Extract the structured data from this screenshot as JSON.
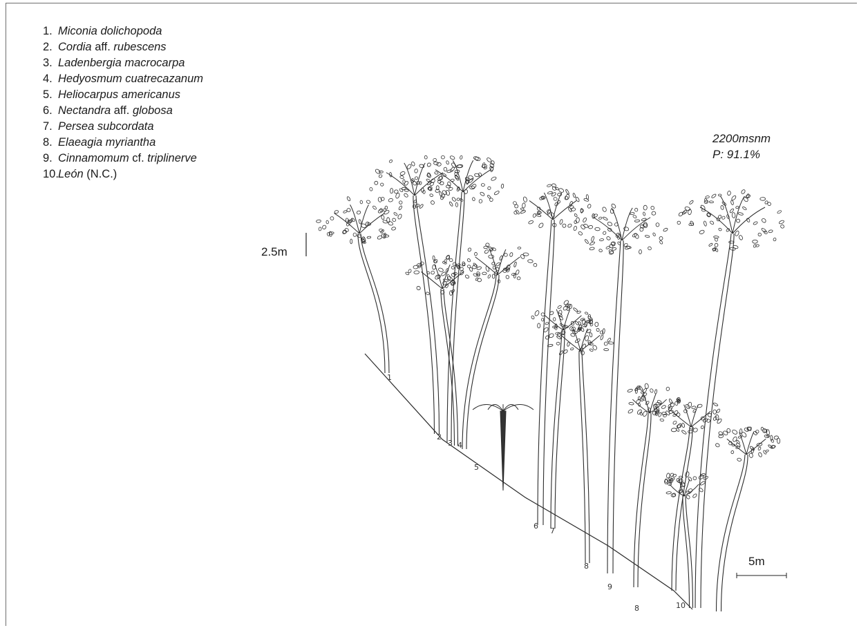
{
  "legend": [
    {
      "num": "1.",
      "parts": [
        {
          "t": "Miconia dolichopoda",
          "i": true
        }
      ]
    },
    {
      "num": "2.",
      "parts": [
        {
          "t": "Cordia",
          "i": true
        },
        {
          "t": " aff. ",
          "i": false
        },
        {
          "t": "rubescens",
          "i": true
        }
      ]
    },
    {
      "num": "3.",
      "parts": [
        {
          "t": "Ladenbergia macrocarpa",
          "i": true
        }
      ]
    },
    {
      "num": "4.",
      "parts": [
        {
          "t": "Hedyosmum cuatrecazanum",
          "i": true
        }
      ]
    },
    {
      "num": "5.",
      "parts": [
        {
          "t": "Heliocarpus americanus",
          "i": true
        }
      ]
    },
    {
      "num": "6.",
      "parts": [
        {
          "t": "Nectandra",
          "i": true
        },
        {
          "t": " aff. ",
          "i": false
        },
        {
          "t": "globosa",
          "i": true
        }
      ]
    },
    {
      "num": "7.",
      "parts": [
        {
          "t": "Persea subcordata",
          "i": true
        }
      ]
    },
    {
      "num": "8.",
      "parts": [
        {
          "t": "Elaeagia myriantha",
          "i": true
        }
      ]
    },
    {
      "num": "9.",
      "parts": [
        {
          "t": "Cinnamomum",
          "i": true
        },
        {
          "t": " cf. ",
          "i": false
        },
        {
          "t": "triplinerve",
          "i": true
        }
      ]
    },
    {
      "num": "10.",
      "parts": [
        {
          "t": "León",
          "i": true
        },
        {
          "t": " (N.C.)",
          "i": false
        }
      ]
    }
  ],
  "elevation": "2200msnm",
  "cover": "P: 91.1%",
  "vertical_scale": "2.5m",
  "horizontal_scale": "5m",
  "tree_markers": [
    "1",
    "2",
    "3",
    "4",
    "5",
    "6",
    "7",
    "8",
    "9",
    "8",
    "10"
  ]
}
